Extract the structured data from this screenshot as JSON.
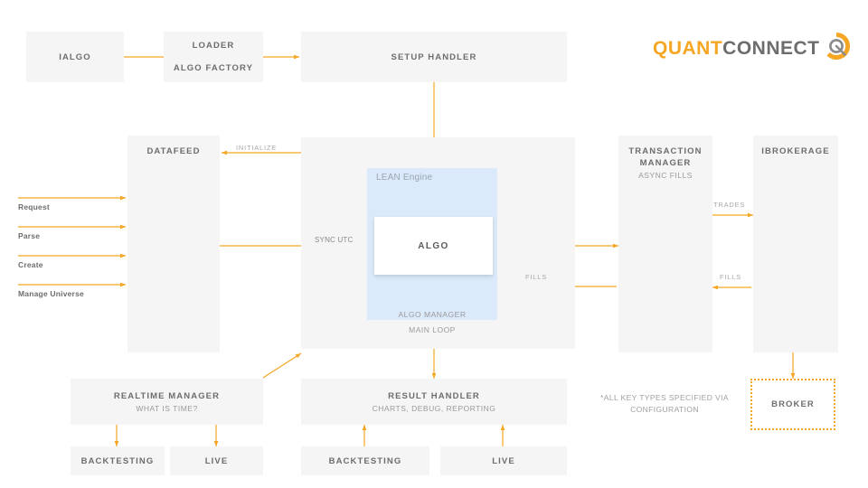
{
  "brand": {
    "name_part1": "QUANT",
    "name_part2": "CONNECT",
    "accent_color": "#f5a623",
    "text_color": "#6d6d6d",
    "mark": "quantconnect-logo-icon"
  },
  "colors": {
    "arrow": "#f5a623",
    "box_fill": "#f5f5f5",
    "lean_fill": "#dbeafa",
    "title_text": "#6d6d6d",
    "sub_text": "#9a9a9a",
    "page_bg": "#ffffff"
  },
  "nodes": {
    "ialgo": {
      "title": "IALGO"
    },
    "loader": {
      "title": "LOADER",
      "title2": "ALGO FACTORY"
    },
    "setup_handler": {
      "title": "SETUP HANDLER"
    },
    "datafeed": {
      "title": "DATAFEED"
    },
    "engine_frame": {
      "lean_label": "LEAN Engine",
      "algo_manager": "ALGO MANAGER",
      "main_loop": "MAIN LOOP"
    },
    "algo": {
      "title": "ALGO"
    },
    "transaction_manager": {
      "title": "TRANSACTION\nMANAGER",
      "sub": "ASYNC FILLS"
    },
    "ibrokerage": {
      "title": "IBROKERAGE"
    },
    "broker": {
      "title": "BROKER"
    },
    "realtime_manager": {
      "title": "REALTIME MANAGER",
      "sub": "WHAT IS TIME?"
    },
    "result_handler": {
      "title": "RESULT HANDLER",
      "sub": "CHARTS, DEBUG, REPORTING"
    },
    "rt_backtesting": {
      "title": "BACKTESTING"
    },
    "rt_live": {
      "title": "LIVE"
    },
    "rh_backtesting": {
      "title": "BACKTESTING"
    },
    "rh_live": {
      "title": "LIVE"
    }
  },
  "edges": {
    "initialize": "INITIALIZE",
    "sync_utc": "SYNC UTC",
    "trades": "TRADES",
    "fills_brokerage": "FILLS",
    "fills_transaction": "FILLS"
  },
  "inputs": [
    {
      "label": "Request"
    },
    {
      "label": "Parse"
    },
    {
      "label": "Create"
    },
    {
      "label": "Manage Universe"
    }
  ],
  "footnote": "*ALL KEY TYPES SPECIFIED VIA\nCONFIGURATION"
}
